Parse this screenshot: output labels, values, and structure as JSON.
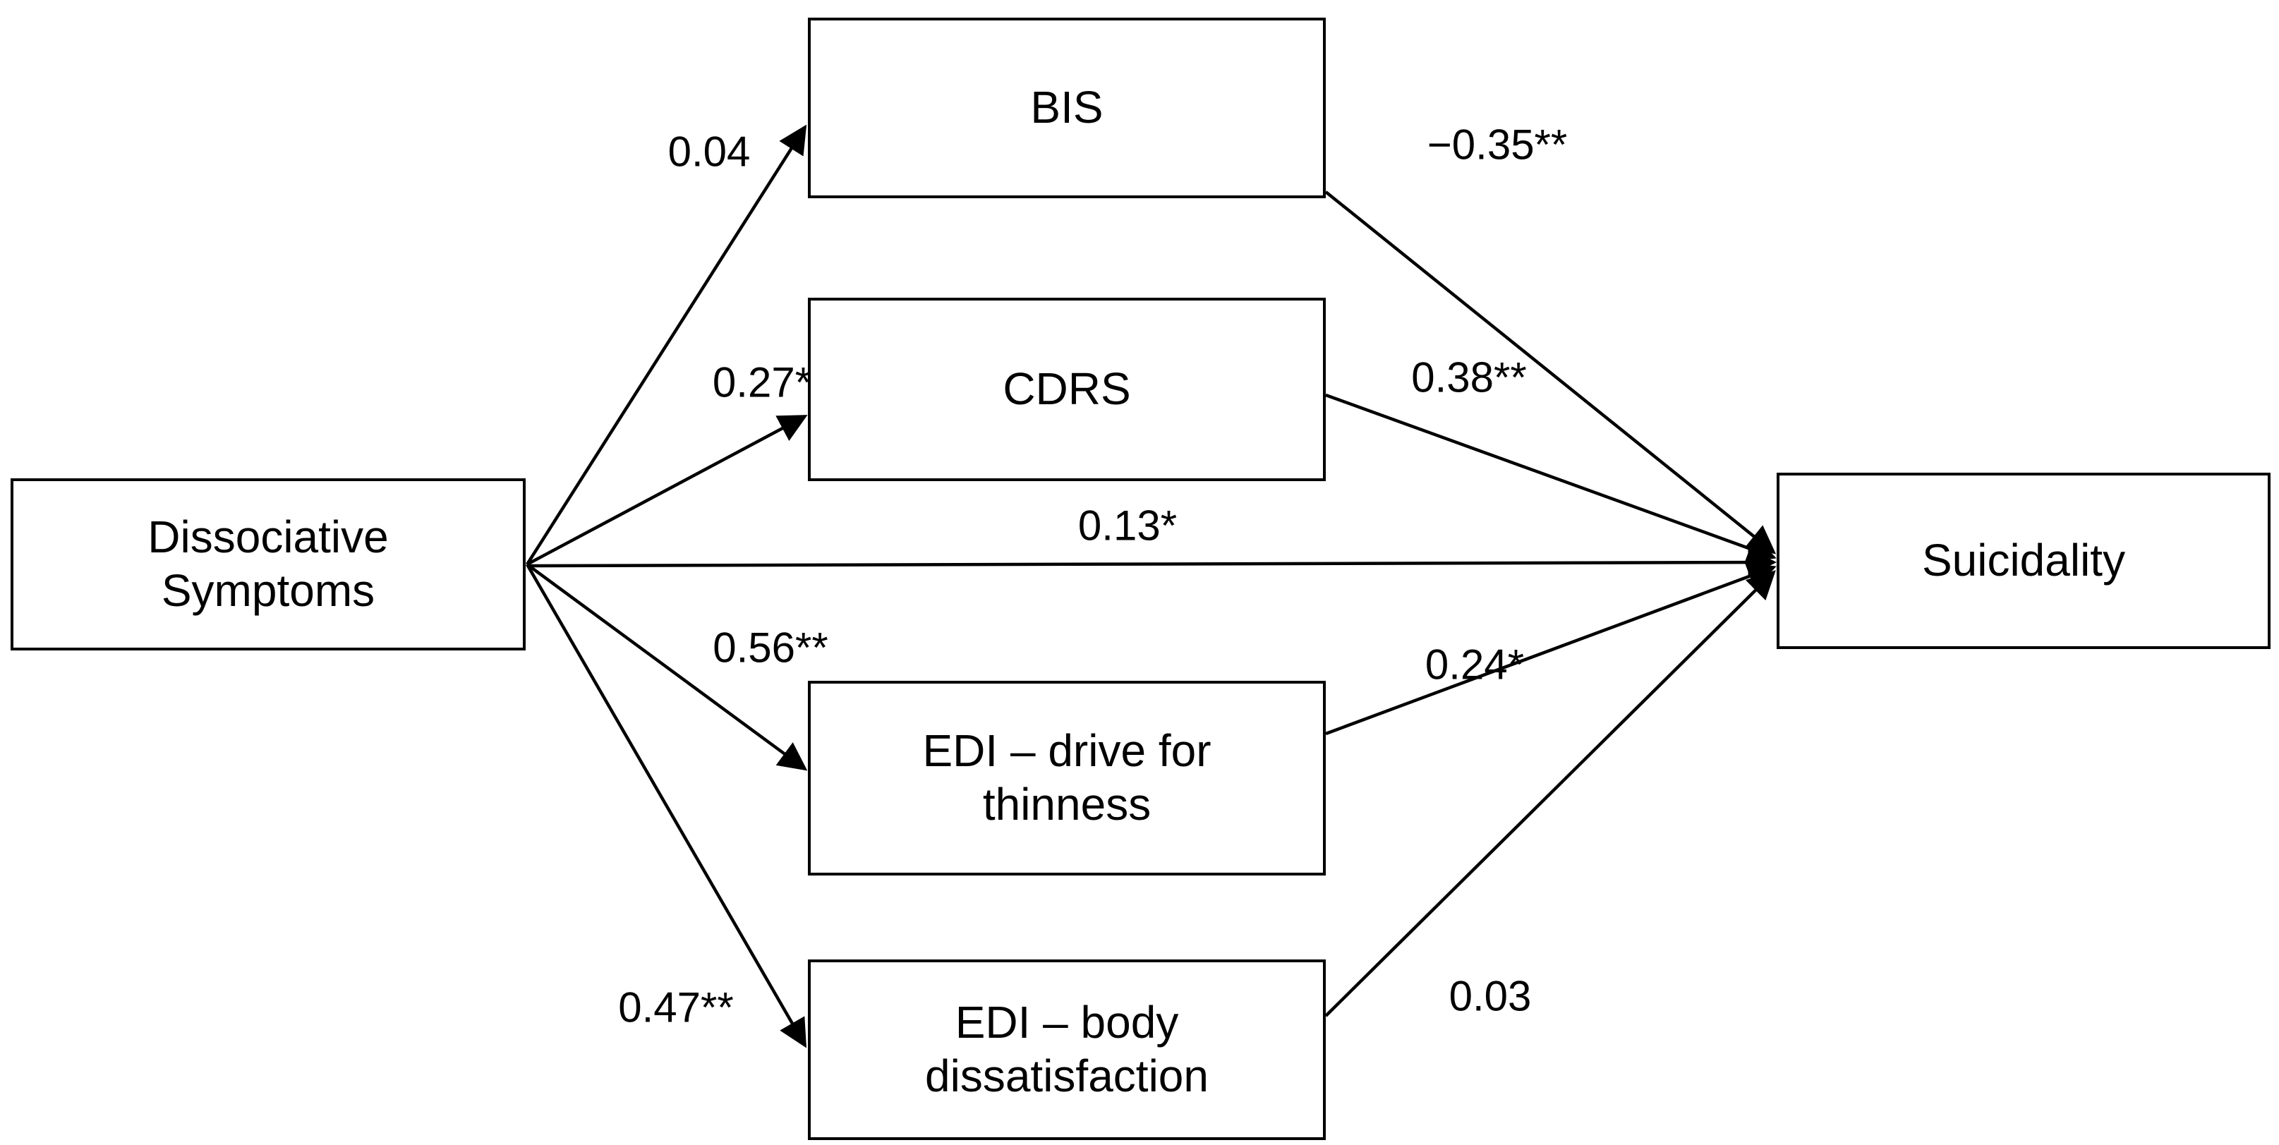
{
  "diagram": {
    "type": "mediation-path-diagram",
    "predictor": {
      "label": "Dissociative Symptoms"
    },
    "outcome": {
      "label": "Suicidality"
    },
    "mediators": [
      {
        "id": "bis",
        "label": "BIS",
        "a_path": "0.04",
        "b_path": "−0.35**"
      },
      {
        "id": "cdrs",
        "label": "CDRS",
        "a_path": "0.27*",
        "b_path": "0.38**"
      },
      {
        "id": "edi_drive",
        "label": "EDI – drive for thinness",
        "a_path": "0.56**",
        "b_path": "0.24*"
      },
      {
        "id": "edi_body",
        "label": "EDI – body dissatisfaction",
        "a_path": "0.47**",
        "b_path": "0.03"
      }
    ],
    "direct_path": {
      "label": "0.13*"
    },
    "colors": {
      "line": "#000000",
      "box_border": "#000000",
      "box_fill": "#ffffff",
      "background": "#ffffff"
    }
  }
}
